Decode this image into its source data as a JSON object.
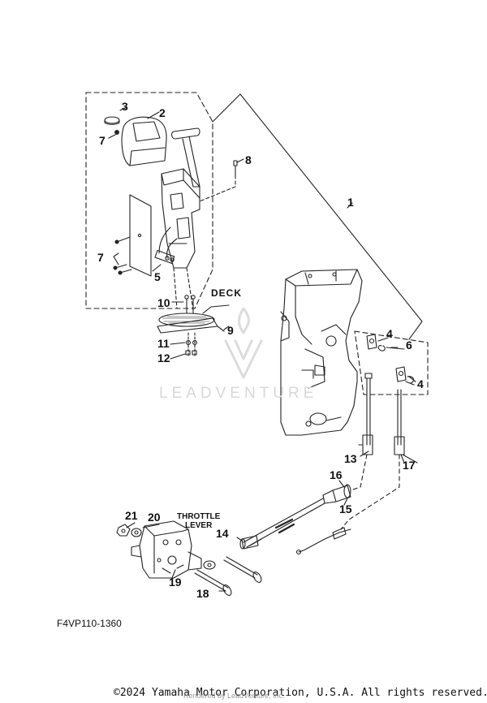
{
  "callouts": {
    "c1": "1",
    "c2": "2",
    "c3": "3",
    "c4a": "4",
    "c4b": "4",
    "c5": "5",
    "c6": "6",
    "c7a": "7",
    "c7b": "7",
    "c8": "8",
    "c9": "9",
    "c10": "10",
    "c11": "11",
    "c12": "12",
    "c13": "13",
    "c14": "14",
    "c15": "15",
    "c16": "16",
    "c17": "17",
    "c18": "18",
    "c19": "19",
    "c20": "20",
    "c21": "21"
  },
  "labels": {
    "deck": "DECK",
    "throttle_line1": "THROTTLE",
    "throttle_line2": "LEVER",
    "diagram_code": "F4VP110-1360"
  },
  "footer": {
    "copyright": "©2024 Yamaha Motor Corporation, U.S.A. All rights reserved.",
    "rendered_by": "Rendered by LeadVenture, Inc."
  },
  "watermark": {
    "wordmark": "LEADVENTURE"
  },
  "colors": {
    "line": "#222222",
    "watermark": "#d8d8d8"
  }
}
